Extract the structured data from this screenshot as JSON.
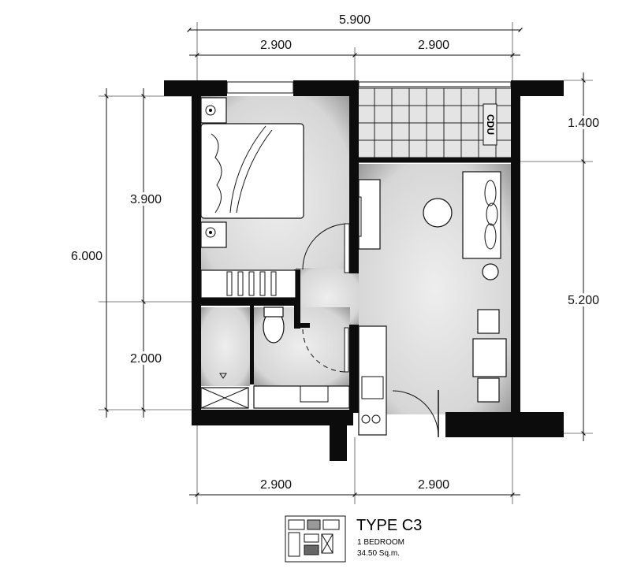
{
  "dimensions": {
    "top_total": "5.900",
    "top_left": "2.900",
    "top_right": "2.900",
    "left_total": "6.000",
    "left_upper": "3.900",
    "left_lower": "2.000",
    "right_upper": "1.400",
    "right_lower": "5.200",
    "bottom_left": "2.900",
    "bottom_right": "2.900"
  },
  "plan": {
    "cdu_label": "CDU"
  },
  "legend": {
    "type": "TYPE C3",
    "bedrooms": "1 BEDROOM",
    "area": "34.50 Sq.m."
  }
}
